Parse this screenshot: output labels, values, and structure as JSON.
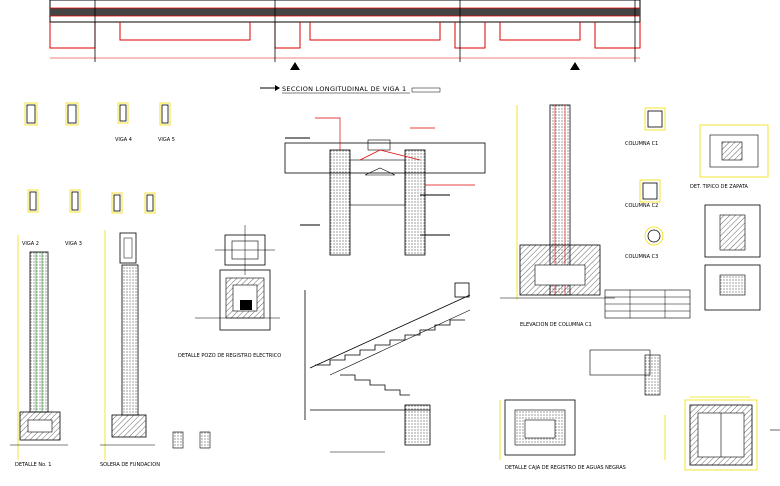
{
  "sheet": {
    "section_title": "SECCION LONGITUDINAL DE VIGA 1",
    "labels": {
      "viga_4": "VIGA 4",
      "viga_5": "VIGA 5",
      "viga_2": "VIGA 2",
      "viga_3": "VIGA 3",
      "columna_c1": "COLUMNA C1",
      "columna_c2": "COLUMNA C2",
      "columna_c3": "COLUMNA C3",
      "elevacion_columna": "ELEVACION DE COLUMNA C1",
      "det_tipico_zapata": "DET. TIPICO DE ZAPATA",
      "detalle_pozo": "DETALLE POZO DE REGISTRO ELECTRICO",
      "detalle_1": "DETALLE No. 1",
      "solera_fundacion": "SOLERA DE FUNDACION",
      "detalle_caja": "DETALLE CAJA DE REGISTRO DE AGUAS NEGRAS"
    }
  }
}
